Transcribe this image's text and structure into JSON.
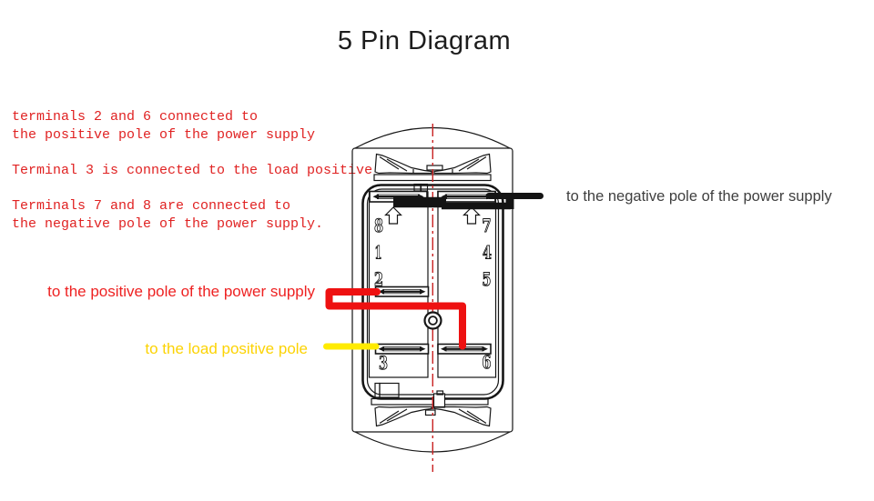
{
  "title": "5 Pin Diagram",
  "notes": [
    {
      "lines": [
        "terminals 2 and 6 connected to",
        "the positive pole of the power supply"
      ]
    },
    {
      "lines": [
        "Terminal 3 is connected to the load positive"
      ]
    },
    {
      "lines": [
        "Terminals 7 and 8 are connected to",
        "the negative pole of the power supply."
      ]
    }
  ],
  "labels": {
    "positive": "to the positive pole of the power supply",
    "load": "to the load positive pole",
    "negative": "to the negative pole of the power supply"
  },
  "diagram": {
    "terminals": [
      {
        "label": "8"
      },
      {
        "label": "7"
      },
      {
        "label": "1"
      },
      {
        "label": "4"
      },
      {
        "label": "2"
      },
      {
        "label": "5"
      },
      {
        "label": "3"
      },
      {
        "label": "6"
      }
    ]
  },
  "colors": {
    "note_text": "#e02222",
    "positive_label": "#ee2222",
    "positive_wire": "#ee1111",
    "load_label": "#fcd303",
    "load_wire": "#ffeb00",
    "negative_label": "#3f3f3f",
    "negative_wire": "#141414",
    "centerline": "#c92121",
    "linework": "#161616",
    "background": "#ffffff"
  }
}
